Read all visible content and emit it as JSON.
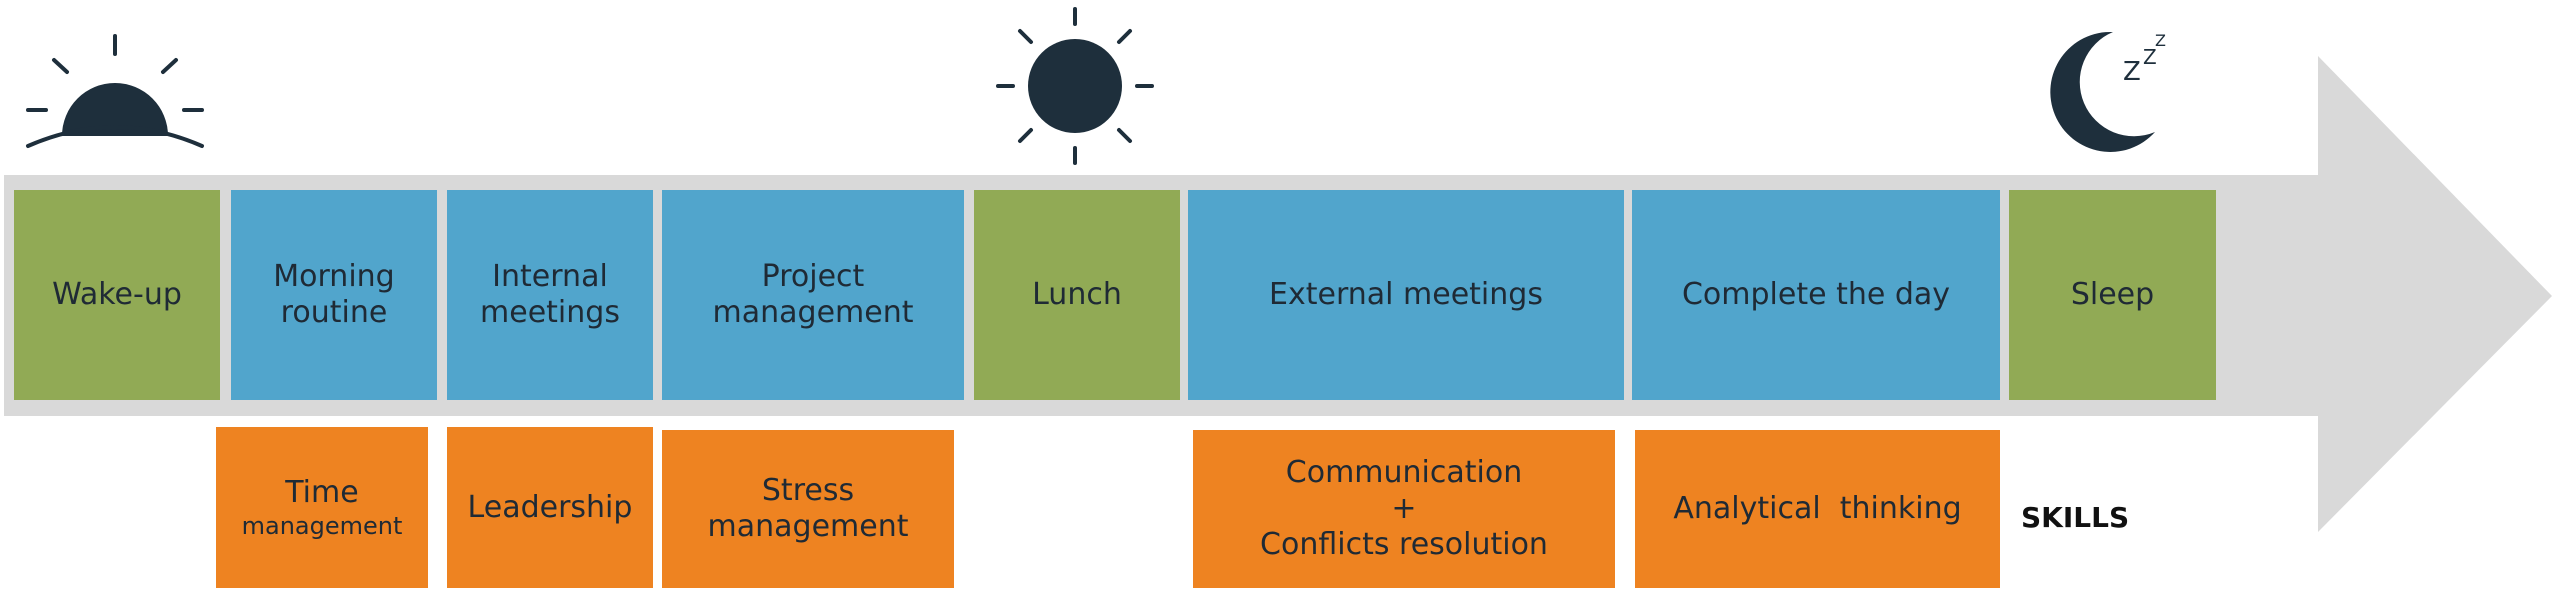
{
  "colors": {
    "arrow": "#d9d9d9",
    "break_activity": "#91aa55",
    "work_activity": "#51a5cc",
    "skill": "#ee8321",
    "icon": "#1e2f3c"
  },
  "icons": {
    "morning": "sunrise-icon",
    "noon": "sun-icon",
    "night": "moon-sleep-icon"
  },
  "activities": [
    {
      "label": "Wake-up",
      "kind": "break"
    },
    {
      "label": "Morning\nroutine",
      "kind": "work"
    },
    {
      "label": "Internal\nmeetings",
      "kind": "work"
    },
    {
      "label": "Project\nmanagement",
      "kind": "work"
    },
    {
      "label": "Lunch",
      "kind": "break"
    },
    {
      "label": "External meetings",
      "kind": "work"
    },
    {
      "label": "Complete the day",
      "kind": "work"
    },
    {
      "label": "Sleep",
      "kind": "break"
    }
  ],
  "skills": {
    "label": "SKILLS",
    "time_line1": "Time",
    "time_line2": "management",
    "leadership": "Leadership",
    "stress": "Stress\nmanagement",
    "communication": "Communication\n+\nConflicts resolution",
    "analytical": "Analytical  thinking"
  }
}
